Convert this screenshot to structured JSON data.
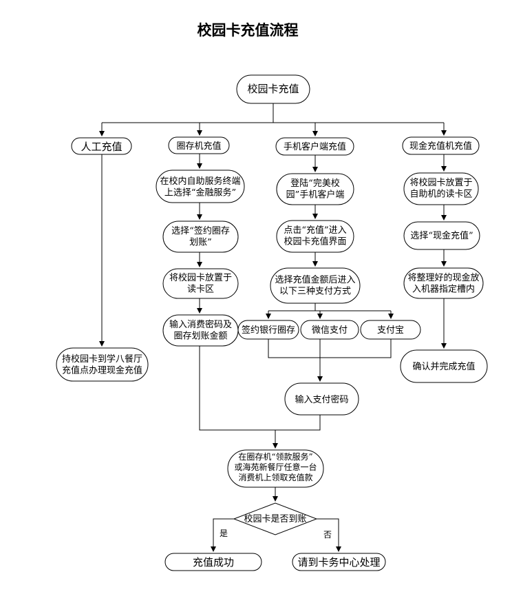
{
  "title": "校园卡充值流程",
  "start": "校园卡充值",
  "branches": {
    "manual": {
      "label": "人工充值",
      "step1": "持校园卡到学八餐厅充值点办理现金充值"
    },
    "kiosk": {
      "label": "圈存机充值",
      "step1": "在校内自助服务终端上选择“金融服务”",
      "step2": "选择“签约圈存划账”",
      "step3": "将校园卡放置于读卡区",
      "step4": "输入消费密码及圈存划账金额"
    },
    "mobile": {
      "label": "手机客户端充值",
      "step1": "登陆“完美校园”手机客户端",
      "step2": "点击“充值”进入校园卡充值界面",
      "step3": "选择充值金额后进入以下三种支付方式",
      "payment_options": [
        "签约银行圈存",
        "微信支付",
        "支付宝"
      ],
      "step4": "输入支付密码"
    },
    "cash": {
      "label": "现金充值机充值",
      "step1": "将校园卡放置于自助机的读卡区",
      "step2": "选择“现金充值”",
      "step3": "将整理好的现金放入机器指定槽内",
      "step4": "确认并完成充值"
    }
  },
  "collect": "在圈存机“领款服务”或海苑新餐厅任意一台消费机上领取充值款",
  "decision": {
    "question": "校园卡是否到账",
    "yes_label": "是",
    "no_label": "否",
    "yes_result": "充值成功",
    "no_result": "请到卡务中心处理"
  }
}
